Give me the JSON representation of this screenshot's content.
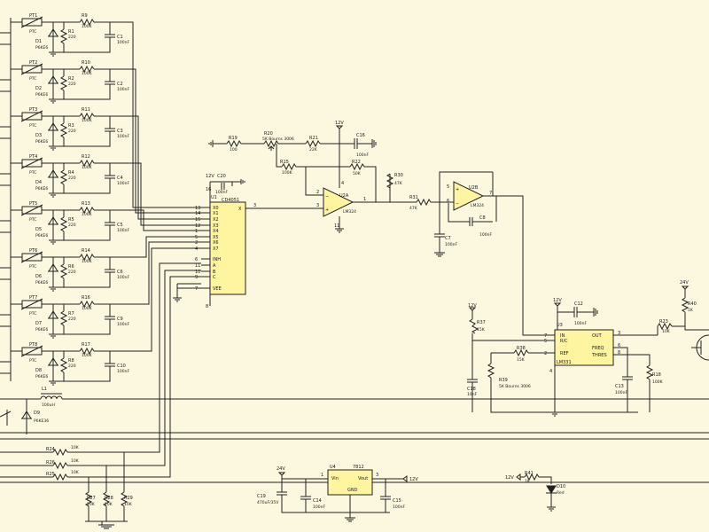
{
  "channels": [
    {
      "ptc": "PT1",
      "ptc_val": "PTC",
      "d": "D1",
      "d_val": "P6KE6",
      "r1": "R9",
      "r1_val": "100K",
      "r2": "R1",
      "r2_val": "220",
      "c": "C1",
      "c_val": "100nF"
    },
    {
      "ptc": "PT2",
      "ptc_val": "PTC",
      "d": "D2",
      "d_val": "P6KE6",
      "r1": "R10",
      "r1_val": "100K",
      "r2": "R2",
      "r2_val": "220",
      "c": "C2",
      "c_val": "100nF"
    },
    {
      "ptc": "PT3",
      "ptc_val": "PTC",
      "d": "D3",
      "d_val": "P6KE6",
      "r1": "R11",
      "r1_val": "100K",
      "r2": "R3",
      "r2_val": "220",
      "c": "C3",
      "c_val": "100nF"
    },
    {
      "ptc": "PT4",
      "ptc_val": "PTC",
      "d": "D4",
      "d_val": "P6KE6",
      "r1": "R12",
      "r1_val": "100K",
      "r2": "R4",
      "r2_val": "220",
      "c": "C4",
      "c_val": "100nF"
    },
    {
      "ptc": "PT5",
      "ptc_val": "PTC",
      "d": "D5",
      "d_val": "P6KE6",
      "r1": "R13",
      "r1_val": "100K",
      "r2": "R5",
      "r2_val": "220",
      "c": "C5",
      "c_val": "100nF"
    },
    {
      "ptc": "PT6",
      "ptc_val": "PTC",
      "d": "D6",
      "d_val": "P6KE6",
      "r1": "R14",
      "r1_val": "100K",
      "r2": "R6",
      "r2_val": "220",
      "c": "C6",
      "c_val": "100nF"
    },
    {
      "ptc": "PT7",
      "ptc_val": "PTC",
      "d": "D7",
      "d_val": "P6KE6",
      "r1": "R16",
      "r1_val": "100K",
      "r2": "R7",
      "r2_val": "220",
      "c": "C9",
      "c_val": "100nF"
    },
    {
      "ptc": "PT8",
      "ptc_val": "PTC",
      "d": "D8",
      "d_val": "P6KE6",
      "r1": "R17",
      "r1_val": "100K",
      "r2": "R8",
      "r2_val": "220",
      "c": "C10",
      "c_val": "100nF"
    }
  ],
  "mux": {
    "ref": "U1",
    "part": "CD4051",
    "supply": "12V",
    "cap": "C20",
    "cap_val": "100nF",
    "left_pins": [
      {
        "num": "13",
        "name": "X0"
      },
      {
        "num": "14",
        "name": "X1"
      },
      {
        "num": "15",
        "name": "X2"
      },
      {
        "num": "12",
        "name": "X3"
      },
      {
        "num": "1",
        "name": "X4"
      },
      {
        "num": "5",
        "name": "X5"
      },
      {
        "num": "2",
        "name": "X6"
      },
      {
        "num": "4",
        "name": "X7"
      },
      {
        "num": "6",
        "name": "INH"
      },
      {
        "num": "11",
        "name": "A"
      },
      {
        "num": "10",
        "name": "B"
      },
      {
        "num": "9",
        "name": "C"
      },
      {
        "num": "7",
        "name": "VEE"
      }
    ],
    "vdd_pin": "16",
    "gnd_pin": "8",
    "out_pin": "3",
    "out_name": "X"
  },
  "amp1": {
    "ref": "U2A",
    "part": "LM324",
    "supply": "12V",
    "r19": "R19",
    "r19_val": "100",
    "r20": "R20",
    "r20_val": "5K Bourns 3006",
    "r21": "R21",
    "r21_val": "22K",
    "c16": "C16",
    "c16_val": "100nF",
    "r15": "R15",
    "r15_val": "100K",
    "r22": "R22",
    "r22_val": "50K",
    "pins": {
      "inv": "2",
      "noninv": "3",
      "out": "1",
      "vcc": "4",
      "gnd": "11"
    }
  },
  "filter": {
    "r30": "R30",
    "r30_val": "47K",
    "r31": "R31",
    "r31_val": "47K",
    "c7": "C7",
    "c7_val": "100nF",
    "c8": "C8",
    "c8_val": "100nF",
    "ref": "U2B",
    "part": "LM324",
    "pins": {
      "noninv": "5",
      "inv": "6",
      "out": "7"
    }
  },
  "vfc": {
    "ref": "U3",
    "part": "LM331",
    "supply": "12V",
    "c12": "C12",
    "c12_val": "100nF",
    "r37": "R37",
    "r37_val": "15K",
    "r38": "R38",
    "r38_val": "15K",
    "r39": "R39",
    "r39_val": "5K Bourns 3006",
    "c18": "C18",
    "c18_val": "10nF",
    "c13": "C13",
    "c13_val": "100nF",
    "r18": "R18",
    "r18_val": "100K",
    "pins": [
      {
        "num": "7",
        "name": "IN"
      },
      {
        "num": "5",
        "name": "R/C"
      },
      {
        "num": "2",
        "name": "REF"
      },
      {
        "num": "3",
        "name": "OUT"
      },
      {
        "num": "6",
        "name": "FREQ"
      },
      {
        "num": "8",
        "name": "THRES"
      },
      {
        "num": "4",
        "name": ""
      }
    ]
  },
  "output": {
    "supply": "24V",
    "r40": "R40",
    "r40_val": "1K",
    "r23": "R23",
    "r23_val": "10K"
  },
  "choke": {
    "ref": "L1",
    "val": "100uH",
    "d9": "D9",
    "d9_val": "P6KE36"
  },
  "addr_res": [
    {
      "ref": "R24",
      "val": "10K"
    },
    {
      "ref": "R26",
      "val": "10K"
    },
    {
      "ref": "R25",
      "val": "10K"
    },
    {
      "ref": "R27",
      "val": "10K"
    },
    {
      "ref": "R28",
      "val": "10K"
    },
    {
      "ref": "R29",
      "val": "10K"
    }
  ],
  "regulator": {
    "in_supply": "24V",
    "ref": "U4",
    "part": "7812",
    "pin_in": "Vin",
    "pin_out": "Vout",
    "pin_gnd": "GND",
    "out_supply": "12V",
    "c19": "C19",
    "c19_val": "470uF/35V",
    "c14": "C14",
    "c14_val": "100nF",
    "c15": "C15",
    "c15_val": "100nF",
    "pin1": "1",
    "pin3": "3"
  },
  "led": {
    "supply": "12V",
    "r": "R41",
    "r_val": "1K",
    "d": "D10",
    "d_val": "Red"
  },
  "colors": {
    "background": "#fcf8e0",
    "wire": "#222222",
    "ic_fill": "#fff5a0",
    "pin_text": "#1a1a1a"
  }
}
